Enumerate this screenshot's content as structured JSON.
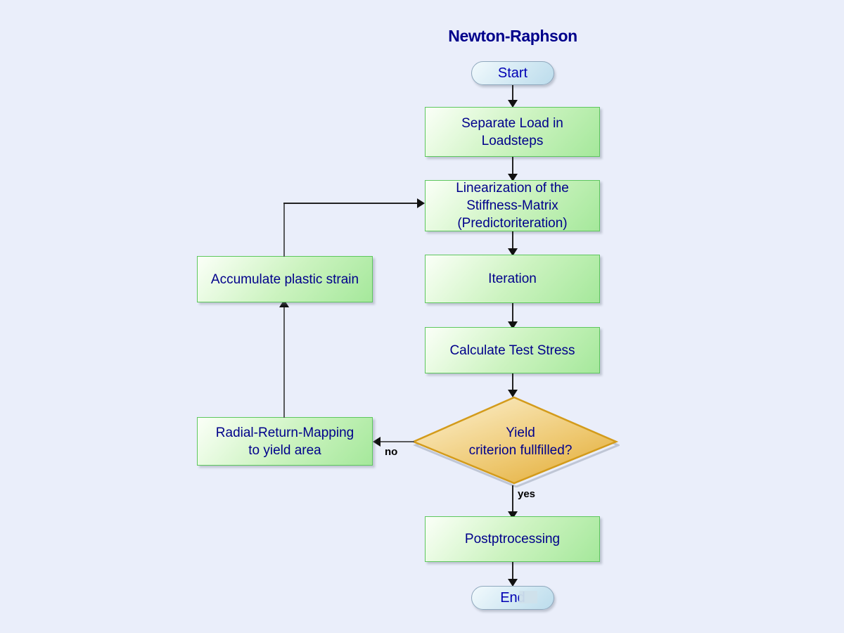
{
  "diagram": {
    "title": "Newton-Raphson",
    "background_color": "#eaeefa",
    "node_text_color": "#00008b",
    "process_fill": "#a5e89b",
    "process_border": "#5ec75e",
    "decision_fill": "#e9b93c",
    "decision_border": "#d39b1b",
    "terminator_fill": "#cfe7f2",
    "terminator_border": "#8fa8bd",
    "connector_color": "#58595b"
  },
  "nodes": {
    "start": {
      "label": "Start",
      "shape": "terminator"
    },
    "separate_load": {
      "line1": "Separate Load in",
      "line2": "Loadsteps",
      "shape": "process"
    },
    "linearization": {
      "line1": "Linearization of the",
      "line2": "Stiffness-Matrix",
      "line3": "(Predictoriteration)",
      "shape": "process"
    },
    "iteration": {
      "label": "Iteration",
      "shape": "process"
    },
    "calculate_test_stress": {
      "label": "Calculate Test Stress",
      "shape": "process"
    },
    "yield_criterion": {
      "line1": "Yield",
      "line2": "criterion fullfilled?",
      "shape": "decision"
    },
    "radial_return_mapping": {
      "line1": "Radial-Return-Mapping",
      "line2": "to yield area",
      "shape": "process"
    },
    "accumulate_plastic_strain": {
      "label": "Accumulate plastic strain",
      "shape": "process"
    },
    "postprocessing": {
      "label": "Postptrocessing",
      "shape": "process"
    },
    "end": {
      "label": "End",
      "shape": "terminator"
    }
  },
  "edges": {
    "no_label": "no",
    "yes_label": "yes"
  }
}
